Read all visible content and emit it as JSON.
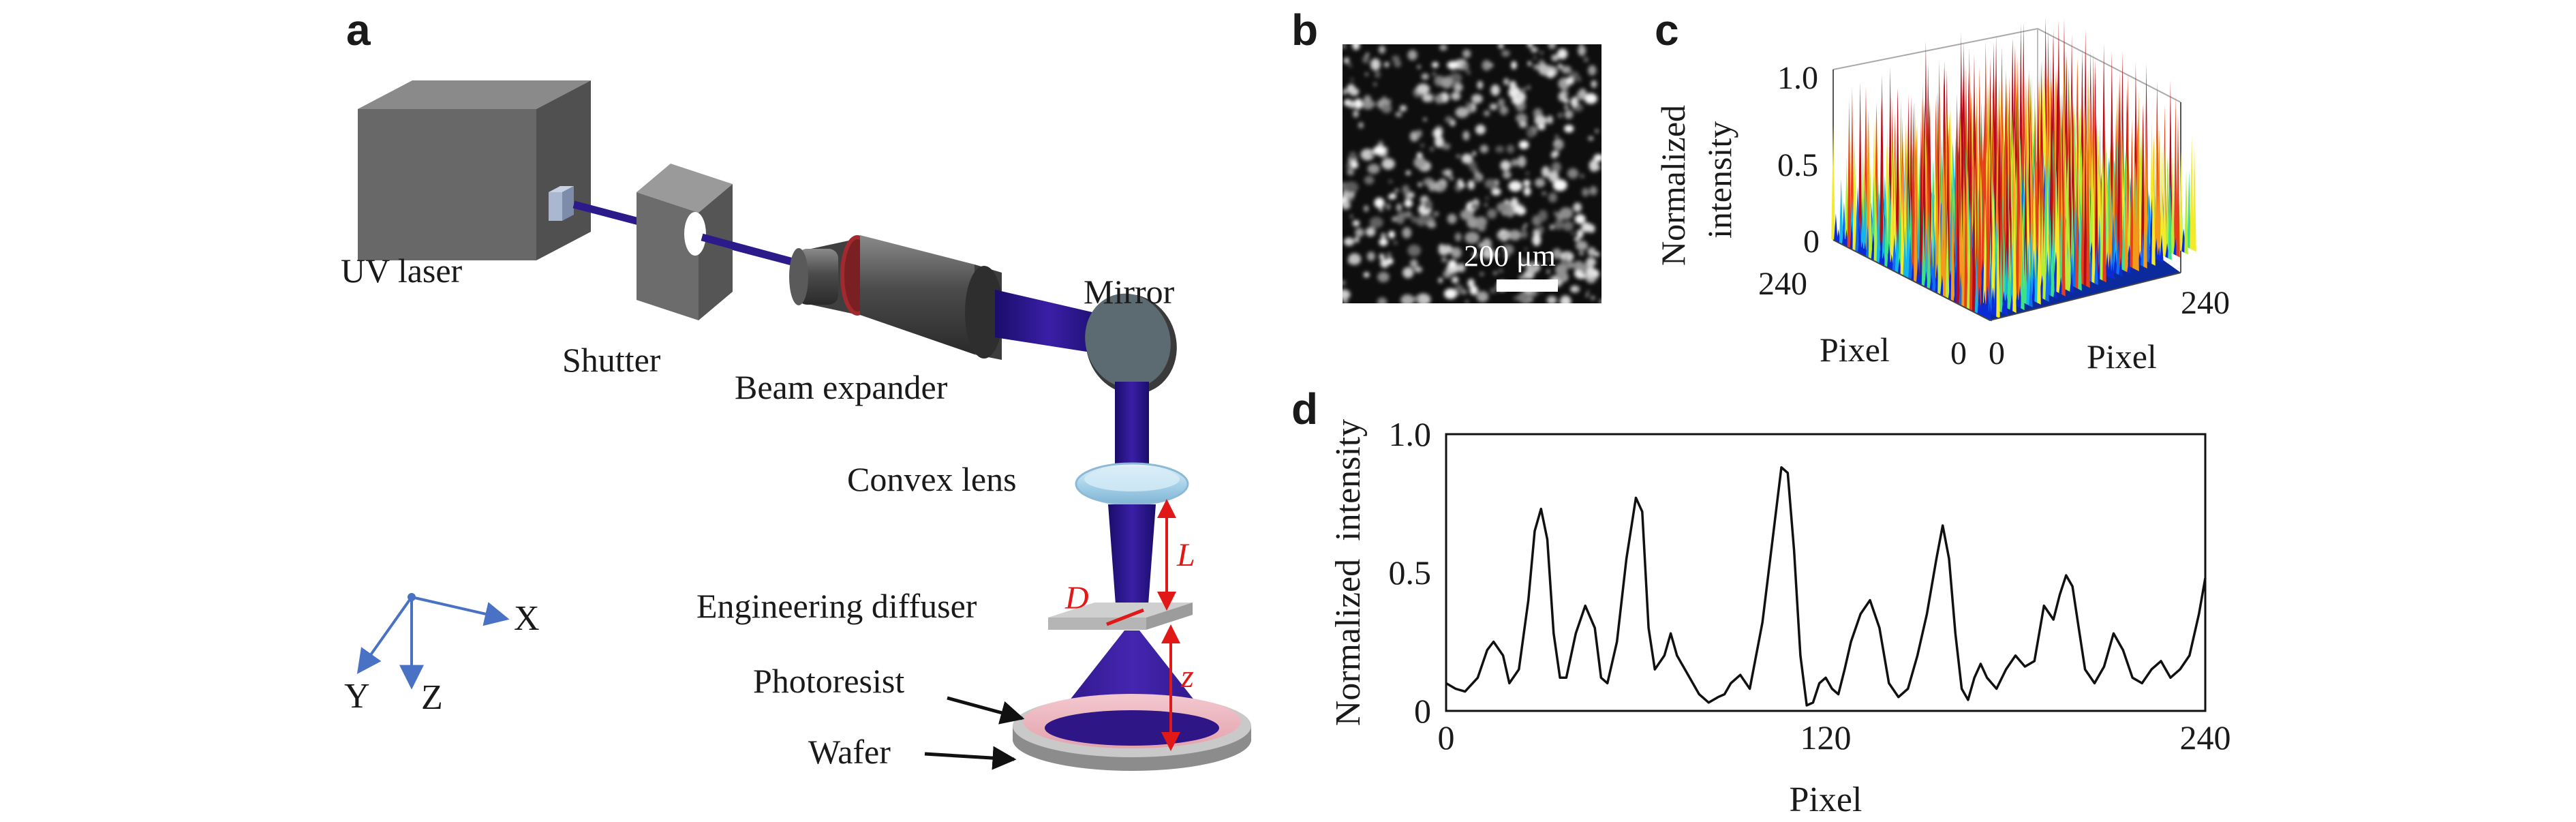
{
  "panel_labels": {
    "a": "a",
    "b": "b",
    "c": "c",
    "d": "d"
  },
  "panel_a": {
    "uv_laser": "UV laser",
    "shutter": "Shutter",
    "beam_expander": "Beam expander",
    "mirror": "Mirror",
    "convex_lens": "Convex lens",
    "engineering_diffuser": "Engineering diffuser",
    "photoresist": "Photoresist",
    "wafer": "Wafer",
    "label_L": "L",
    "label_D": "D",
    "label_z": "z",
    "axis_x": "X",
    "axis_y": "Y",
    "axis_z": "Z"
  },
  "panel_b": {
    "scale_bar": "200 μm"
  },
  "panel_c": {
    "zlabel_line1": "Normalized",
    "zlabel_line2": "intensity",
    "z_ticks": [
      "1.0",
      "0.5",
      "0"
    ],
    "left_axis_ticks": [
      "240",
      "0"
    ],
    "right_axis_ticks": [
      "0",
      "240"
    ],
    "left_axis_label": "Pixel",
    "right_axis_label": "Pixel"
  },
  "chart_data": {
    "type": "line",
    "title": "",
    "xlabel": "Pixel",
    "ylabel": "Normalized  intensity",
    "xlim": [
      0,
      240
    ],
    "ylim": [
      0,
      1.0
    ],
    "x_ticks": [
      "0",
      "120",
      "240"
    ],
    "y_ticks": [
      "1.0",
      "0.5",
      "0"
    ],
    "series": [
      {
        "x": [
          0,
          3,
          6,
          10,
          13,
          15,
          18,
          20,
          23,
          26,
          28,
          30,
          32,
          34,
          36,
          38,
          41,
          44,
          47,
          49,
          51,
          54,
          57,
          60,
          62,
          64,
          66,
          69,
          71,
          73,
          75,
          77,
          80,
          83,
          86,
          88,
          90,
          93,
          96,
          100,
          103,
          106,
          108,
          110,
          112,
          114,
          116,
          118,
          120,
          122,
          124,
          126,
          128,
          131,
          134,
          137,
          140,
          143,
          146,
          149,
          152,
          155,
          157,
          159,
          161,
          163,
          165,
          167,
          169,
          171,
          174,
          177,
          180,
          183,
          186,
          189,
          192,
          194,
          196,
          198,
          200,
          202,
          205,
          208,
          211,
          214,
          217,
          220,
          223,
          226,
          229,
          232,
          235,
          238,
          240
        ],
        "y": [
          0.1,
          0.08,
          0.07,
          0.12,
          0.22,
          0.25,
          0.2,
          0.1,
          0.15,
          0.4,
          0.65,
          0.73,
          0.62,
          0.28,
          0.12,
          0.12,
          0.28,
          0.38,
          0.3,
          0.12,
          0.1,
          0.25,
          0.55,
          0.77,
          0.72,
          0.3,
          0.15,
          0.2,
          0.28,
          0.2,
          0.16,
          0.12,
          0.06,
          0.03,
          0.05,
          0.06,
          0.1,
          0.13,
          0.08,
          0.32,
          0.6,
          0.88,
          0.86,
          0.58,
          0.2,
          0.02,
          0.03,
          0.1,
          0.12,
          0.08,
          0.06,
          0.15,
          0.25,
          0.35,
          0.4,
          0.3,
          0.1,
          0.05,
          0.08,
          0.2,
          0.35,
          0.55,
          0.67,
          0.55,
          0.28,
          0.08,
          0.04,
          0.12,
          0.17,
          0.12,
          0.08,
          0.15,
          0.2,
          0.16,
          0.18,
          0.38,
          0.33,
          0.42,
          0.49,
          0.45,
          0.3,
          0.15,
          0.1,
          0.16,
          0.28,
          0.22,
          0.12,
          0.1,
          0.15,
          0.18,
          0.12,
          0.15,
          0.2,
          0.35,
          0.48
        ]
      }
    ]
  }
}
